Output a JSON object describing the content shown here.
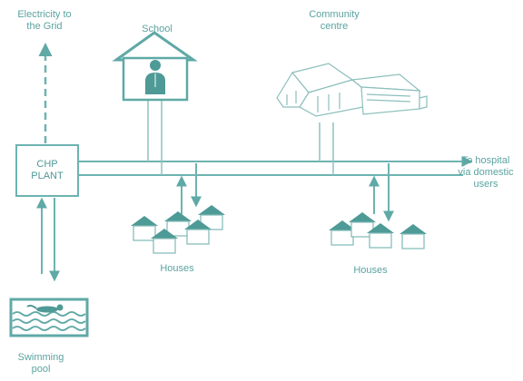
{
  "labels": {
    "electricity": "Electricity to\nthe Grid",
    "school": "School",
    "community": "Community\ncentre",
    "plant": "CHP\nPLANT",
    "hospital": "To hospital\nvia domestic\nusers",
    "houses_left": "Houses",
    "houses_right": "Houses",
    "pool": "Swimming\npool"
  },
  "icons": {
    "school": "teacher-in-house-icon",
    "community": "community-centre-building-icon",
    "houses": "house-icon",
    "pool": "swimmer-icon"
  },
  "colors": {
    "pipe": "#6db3b0",
    "roof": "#4e9a97",
    "text": "#5aa3a0"
  }
}
